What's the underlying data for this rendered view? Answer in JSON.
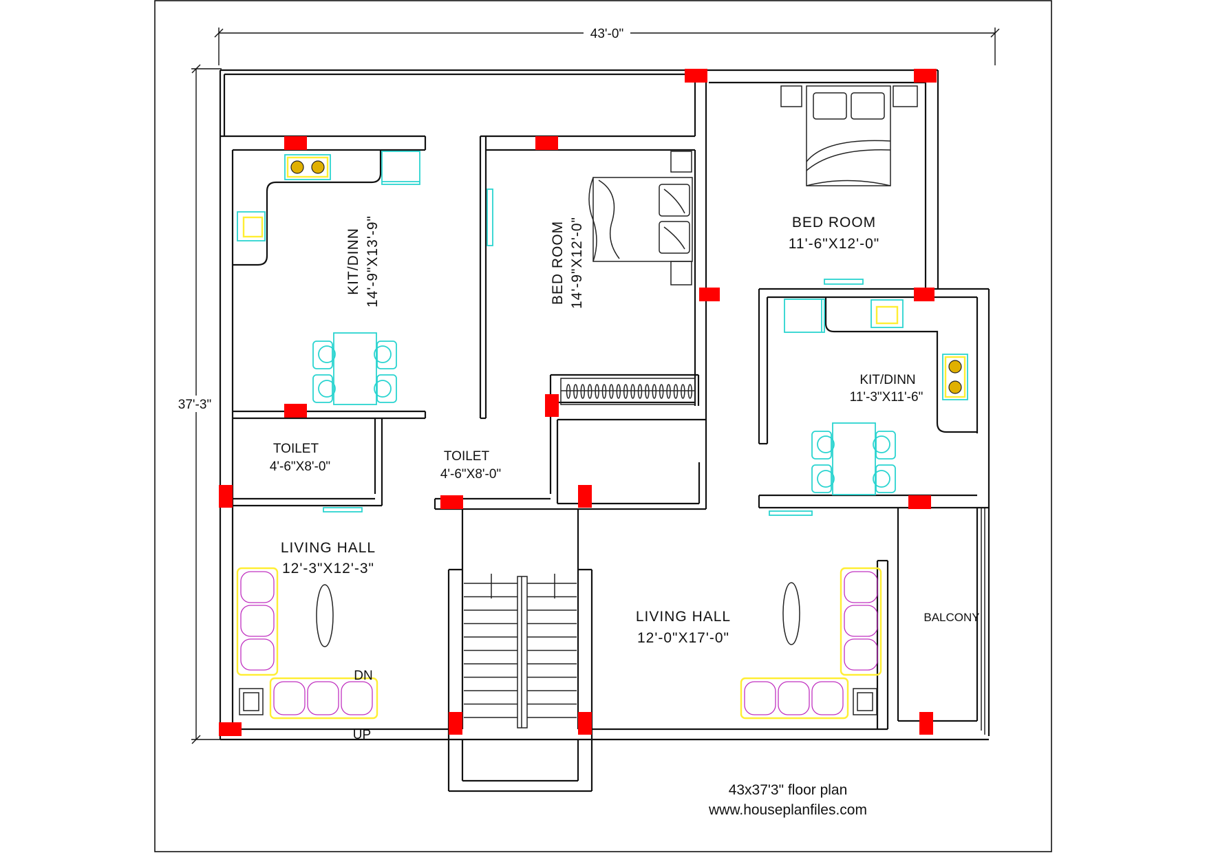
{
  "dimensions": {
    "width": "43'-0\"",
    "depth": "37'-3\""
  },
  "rooms": {
    "kit_dinn_1": {
      "name": "KIT/DINN",
      "size": "14'-9\"X13'-9\""
    },
    "bed_room_1": {
      "name": "BED ROOM",
      "size": "14'-9\"X12'-0\""
    },
    "bed_room_2": {
      "name": "BED ROOM",
      "size": "11'-6\"X12'-0\""
    },
    "kit_dinn_2": {
      "name": "KIT/DINN",
      "size": "11'-3\"X11'-6\""
    },
    "toilet_1": {
      "name": "TOILET",
      "size": "4'-6\"X8'-0\""
    },
    "toilet_2": {
      "name": "TOILET",
      "size": "4'-6\"X8'-0\""
    },
    "living_hall_1": {
      "name": "LIVING HALL",
      "size": "12'-3\"X12'-3\""
    },
    "living_hall_2": {
      "name": "LIVING HALL",
      "size": "12'-0\"X17'-0\""
    },
    "balcony": {
      "name": "BALCONY"
    }
  },
  "stairs": {
    "down": "DN",
    "up": "UP"
  },
  "footer": {
    "caption": "43x37'3\" floor plan",
    "website": "www.houseplanfiles.com"
  },
  "colors": {
    "column": "#ff0000",
    "fixture": "#2ad4d0",
    "sofa_outline": "#ffee33",
    "sofa_inner": "#c030c0",
    "wall": "#111111"
  }
}
